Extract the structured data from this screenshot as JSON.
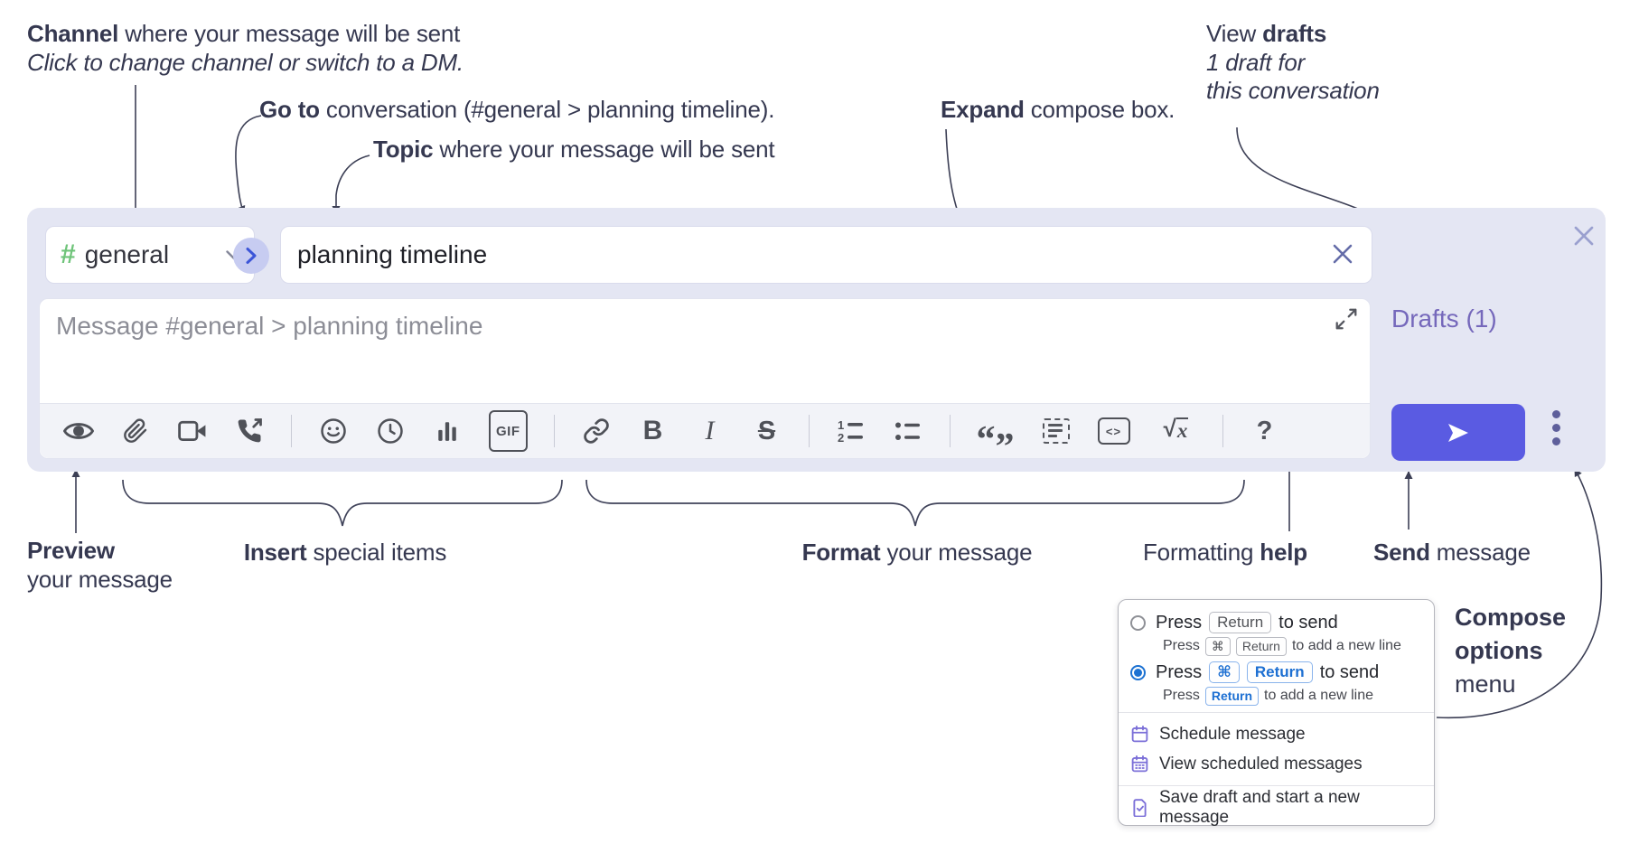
{
  "annotations": {
    "channel": {
      "bold": "Channel",
      "rest": " where your message will be sent",
      "line2": "Click to change channel or switch to a DM."
    },
    "goto": {
      "bold": "Go to",
      "rest": " conversation (#general > planning timeline)."
    },
    "topic": {
      "bold": "Topic",
      "rest": " where your message will be sent"
    },
    "expand": {
      "bold": "Expand",
      "rest": " compose box."
    },
    "drafts": {
      "pre": "View ",
      "bold": "drafts",
      "line2": "1 draft for",
      "line3": "this conversation"
    },
    "preview": {
      "bold": "Preview",
      "line2": "your message"
    },
    "insert": {
      "bold": "Insert",
      "rest": " special items"
    },
    "format": {
      "bold": "Format",
      "rest": " your message"
    },
    "help": {
      "pre": "Formatting ",
      "bold": "help"
    },
    "send": {
      "bold": "Send",
      "rest": " message"
    },
    "compose_options": {
      "bold1": "Compose",
      "bold2": "options",
      "line3": "menu"
    }
  },
  "compose": {
    "channel_name": "general",
    "channel_hash": "#",
    "topic_value": "planning timeline",
    "message_placeholder": "Message #general > planning timeline",
    "drafts_link": "Drafts (1)",
    "toolbar": {
      "gif": "GIF",
      "bold": "B",
      "italic": "I",
      "strike": "S",
      "quote_open": "“",
      "quote_close": "”",
      "code": "<>",
      "sqrt_radical": "√",
      "sqrt_var": "x",
      "help": "?",
      "icons": [
        "preview-eye",
        "attach-file",
        "start-video-call",
        "start-audio-call",
        "emoji",
        "global-time",
        "poll",
        "gif",
        "link",
        "bold",
        "italic",
        "strikethrough",
        "numbered-list",
        "bulleted-list",
        "quote",
        "spoiler",
        "code",
        "math",
        "message-formatting-help"
      ]
    }
  },
  "popup": {
    "option1": {
      "press": "Press",
      "key": "Return",
      "suffix": "to send"
    },
    "option1_sub": {
      "press": "Press",
      "key1": "⌘",
      "key2": "Return",
      "suffix": "to add a new line"
    },
    "option2": {
      "press": "Press",
      "key1": "⌘",
      "key2": "Return",
      "suffix": "to send"
    },
    "option2_sub": {
      "press": "Press",
      "key": "Return",
      "suffix": "to add a new line"
    },
    "menu": {
      "schedule": "Schedule message",
      "view_scheduled": "View scheduled messages",
      "save_draft": "Save draft and start a new message"
    }
  },
  "colors": {
    "compose_bg": "#e4e6f3",
    "accent_send": "#5a5be2",
    "drafts_link": "#7568bb",
    "hash_green": "#6fc47a",
    "goto_circle": "#c7ccf1",
    "radio_selected": "#1d72d2",
    "key_blue": "#1c6fd2",
    "menu_icon_purple": "#7b6fd8",
    "annotation_text": "#353850"
  }
}
